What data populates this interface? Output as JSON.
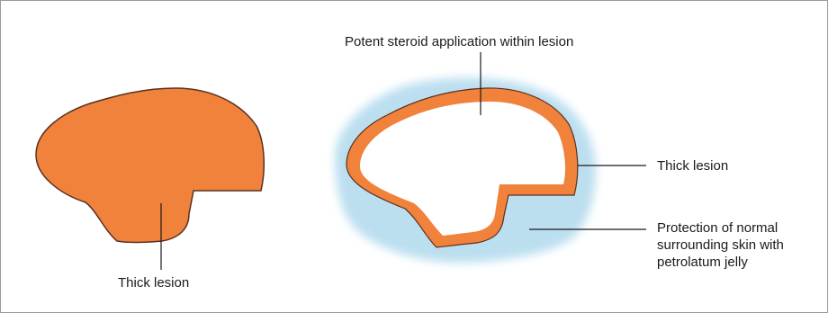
{
  "labels": {
    "left_lesion": "Thick lesion",
    "steroid": "Potent steroid application within lesion",
    "right_lesion": "Thick lesion",
    "protection_line1": "Protection of normal",
    "protection_line2": "surrounding skin with",
    "protection_line3": "petrolatum jelly"
  },
  "colors": {
    "lesion": "#f0823c",
    "lesion_outline": "#5a3020",
    "petrolatum": "#bcdff0",
    "steroid_area": "#ffffff",
    "border": "#9a9a9a"
  }
}
